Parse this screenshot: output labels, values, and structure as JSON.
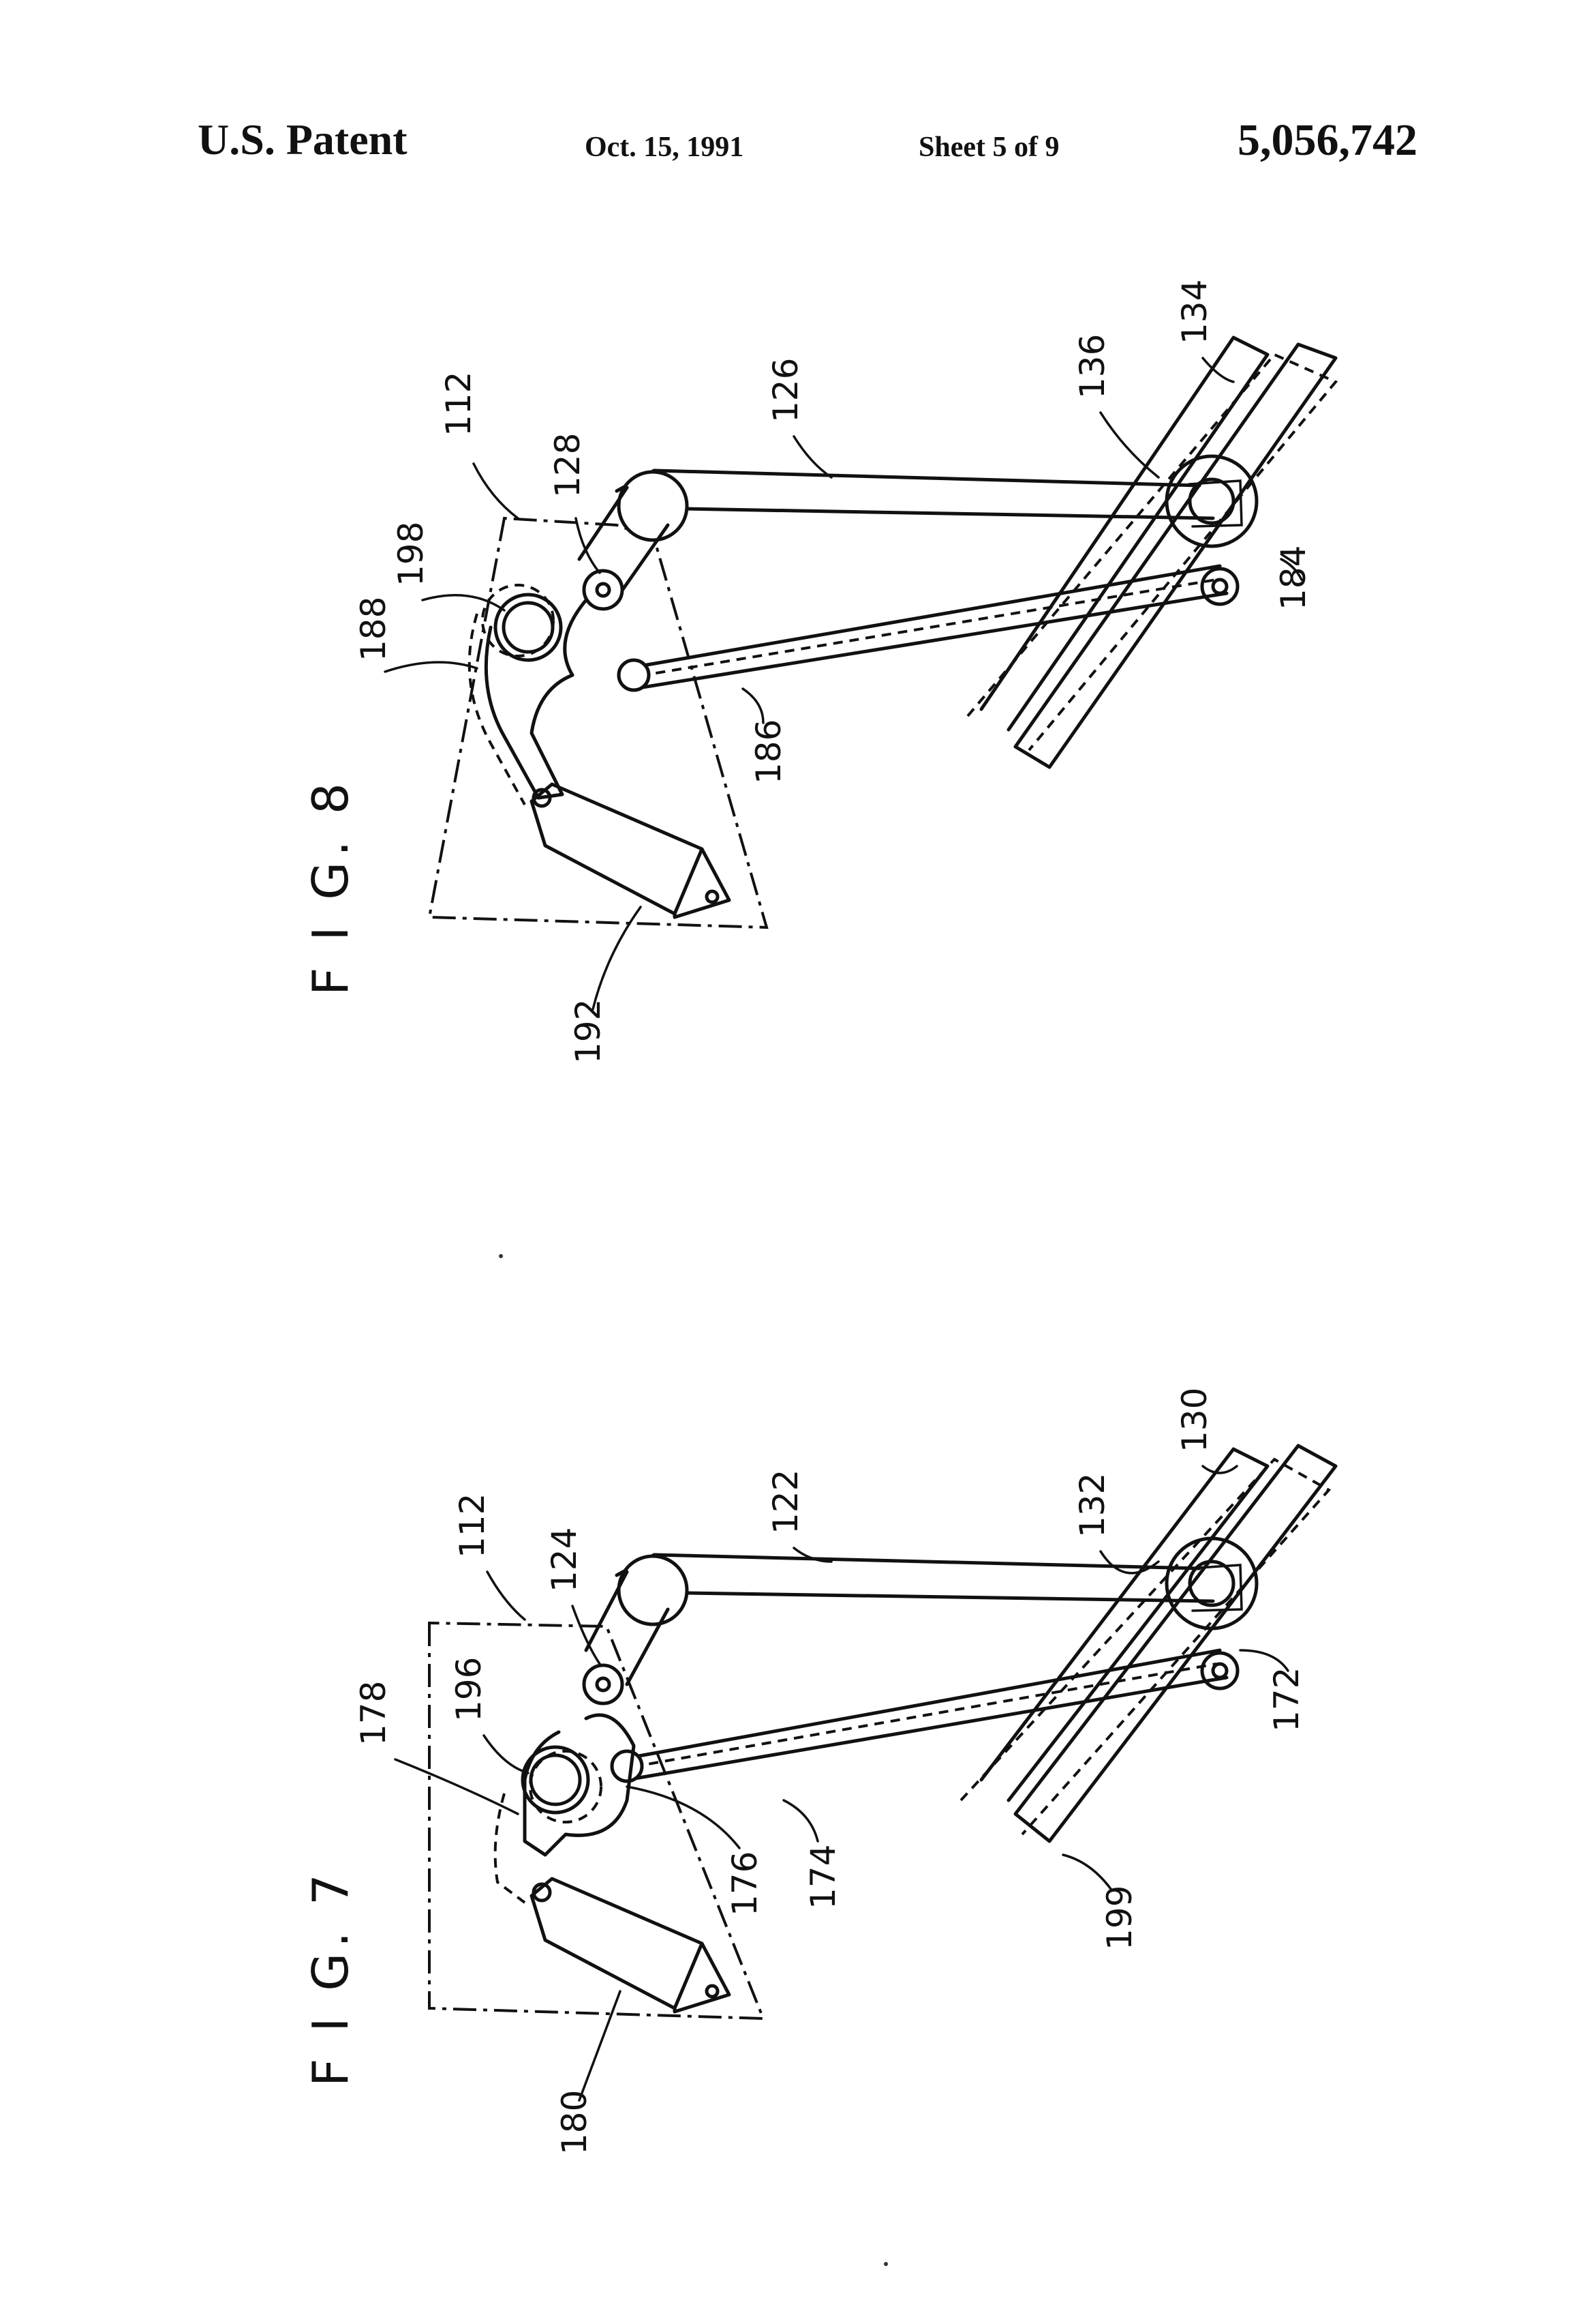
{
  "header": {
    "title": "U.S. Patent",
    "date": "Oct. 15, 1991",
    "sheet": "Sheet 5 of 9",
    "patent_number": "5,056,742"
  },
  "fig8": {
    "caption": "F I G. 8",
    "labels": {
      "l112": "112",
      "l128": "128",
      "l198": "198",
      "l188": "188",
      "l126": "126",
      "l136": "136",
      "l134": "134",
      "l184": "184",
      "l186": "186",
      "l192": "192"
    }
  },
  "fig7": {
    "caption": "F I G. 7",
    "labels": {
      "l112": "112",
      "l124": "124",
      "l122": "122",
      "l132": "132",
      "l130": "130",
      "l178": "178",
      "l196": "196",
      "l172": "172",
      "l174": "174",
      "l176": "176",
      "l199": "199",
      "l180": "180"
    }
  }
}
